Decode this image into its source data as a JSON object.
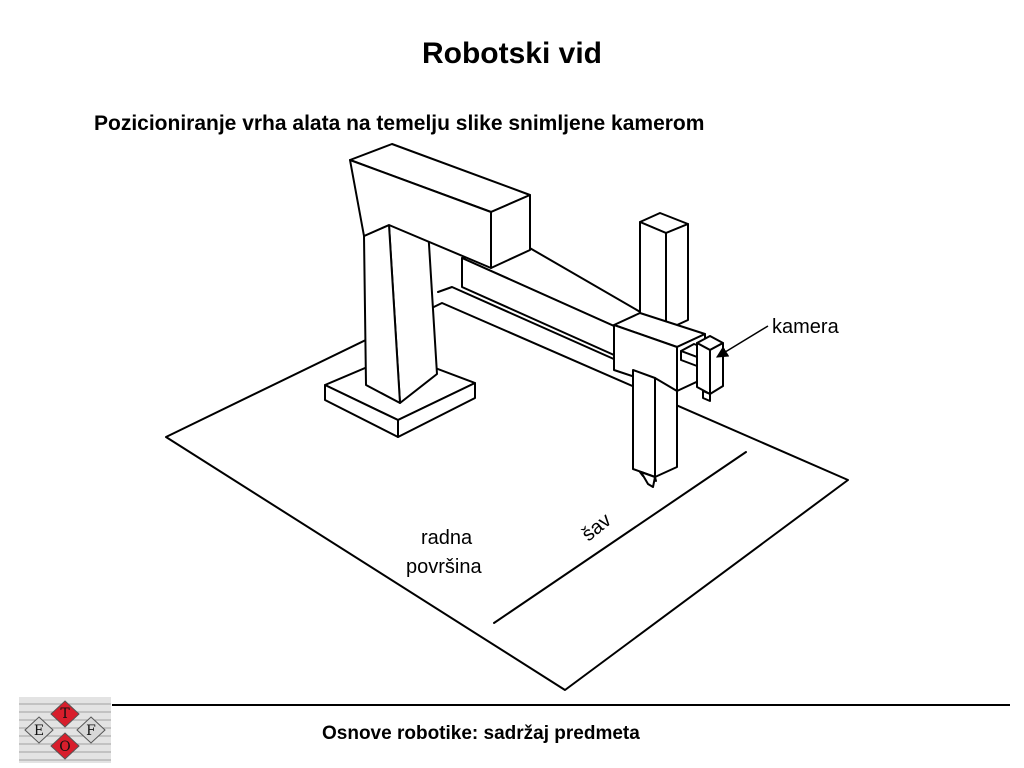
{
  "slide": {
    "title": "Robotski vid",
    "subtitle": "Pozicioniranje vrha alata na temelju slike snimljene kamerom"
  },
  "diagram": {
    "labels": {
      "camera": "kamera",
      "seam": "šav",
      "work_surface_line1": "radna",
      "work_surface_line2": "površina"
    }
  },
  "footer": {
    "text": "Osnove robotike: sadržaj predmeta",
    "logo_letters": {
      "top": "T",
      "left": "E",
      "right": "F",
      "bottom": "O"
    }
  },
  "colors": {
    "logo_red": "#d81e2c",
    "logo_gray": "#8f8f8f",
    "line": "#000000"
  }
}
